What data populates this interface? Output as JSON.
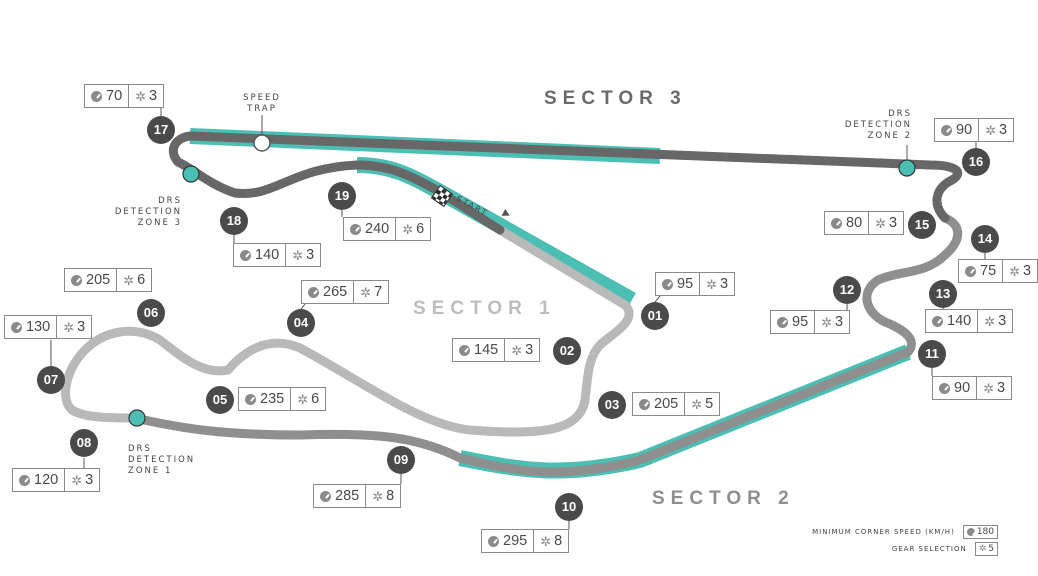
{
  "sectors": [
    "SECTOR 1",
    "SECTOR 2",
    "SECTOR 3"
  ],
  "speed_trap": [
    "SPEED",
    "TRAP"
  ],
  "drs_zones": [
    [
      "DRS",
      "DETECTION",
      "ZONE 1"
    ],
    [
      "DRS",
      "DETECTION",
      "ZONE 2"
    ],
    [
      "DRS",
      "DETECTION",
      "ZONE 3"
    ]
  ],
  "start_label": "START",
  "turns": [
    {
      "num": "01",
      "speed": "95",
      "gear": "3"
    },
    {
      "num": "02",
      "speed": "145",
      "gear": "3"
    },
    {
      "num": "03",
      "speed": "205",
      "gear": "5"
    },
    {
      "num": "04",
      "speed": "265",
      "gear": "7"
    },
    {
      "num": "05",
      "speed": "235",
      "gear": "6"
    },
    {
      "num": "06",
      "speed": "205",
      "gear": "6"
    },
    {
      "num": "07",
      "speed": "130",
      "gear": "3"
    },
    {
      "num": "08",
      "speed": "120",
      "gear": "3"
    },
    {
      "num": "09",
      "speed": "285",
      "gear": "8"
    },
    {
      "num": "10",
      "speed": "295",
      "gear": "8"
    },
    {
      "num": "11",
      "speed": "90",
      "gear": "3"
    },
    {
      "num": "12",
      "speed": "95",
      "gear": "3"
    },
    {
      "num": "13",
      "speed": "140",
      "gear": "3"
    },
    {
      "num": "14",
      "speed": "75",
      "gear": "3"
    },
    {
      "num": "15",
      "speed": "80",
      "gear": "3"
    },
    {
      "num": "16",
      "speed": "90",
      "gear": "3"
    },
    {
      "num": "17",
      "speed": "70",
      "gear": "3"
    },
    {
      "num": "18",
      "speed": "140",
      "gear": "3"
    },
    {
      "num": "19",
      "speed": "240",
      "gear": "6"
    }
  ],
  "legend": {
    "speed_label": "MINIMUM CORNER SPEED (KM/H)",
    "speed_example": "180",
    "gear_label": "GEAR SELECTION",
    "gear_example": "5"
  },
  "colors": {
    "sector1": "#b9b9b9",
    "sector2": "#8f8f8f",
    "sector3": "#676767",
    "drs": "#4bbfb3",
    "marker": "#4a4a4a",
    "text": "#555555"
  }
}
